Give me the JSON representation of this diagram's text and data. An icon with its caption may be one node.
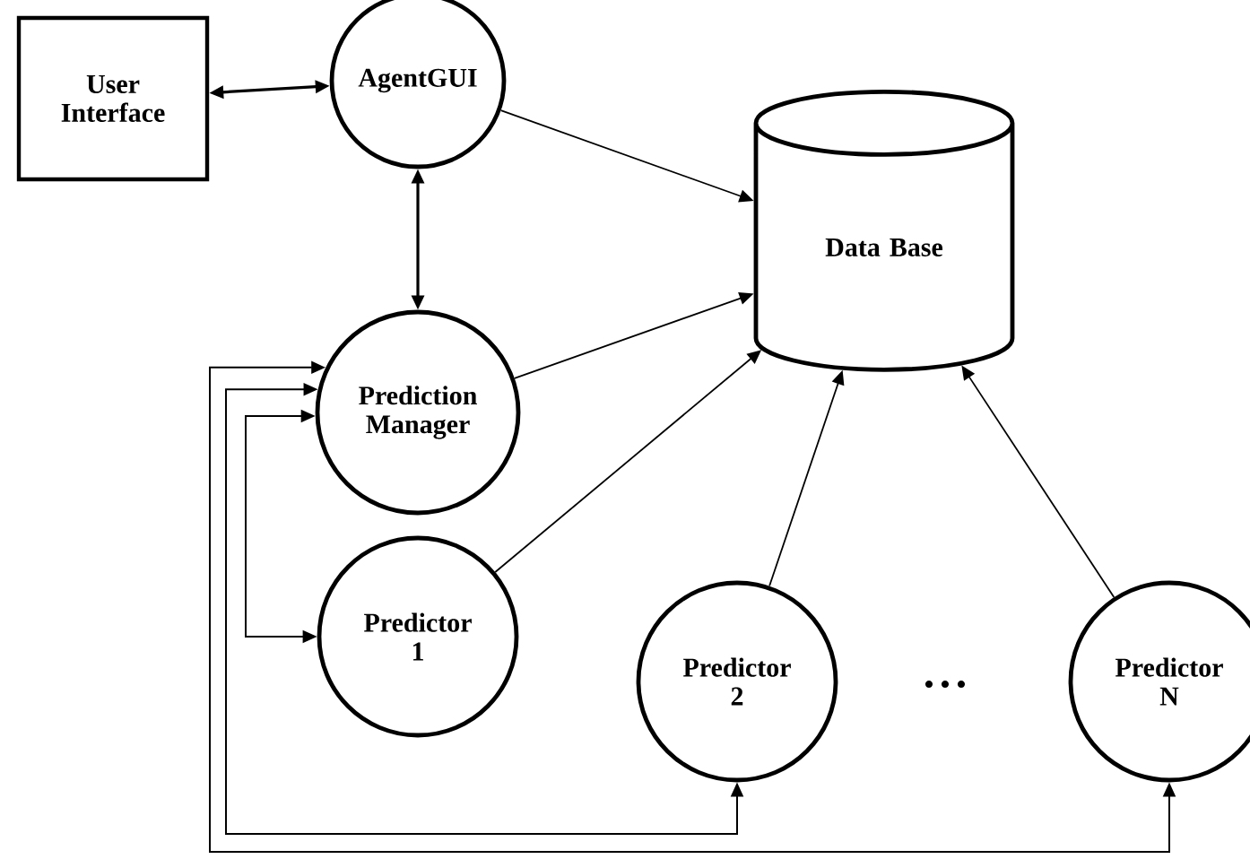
{
  "diagram": {
    "nodes": [
      {
        "text": [
          "User Interface"
        ]
      },
      {
        "text": [
          "AgentGUI"
        ]
      },
      {
        "text": [
          "Prediction Manager"
        ]
      },
      {
        "text": [
          "Data Base"
        ]
      },
      {
        "text": [
          "Predictor 1"
        ]
      },
      {
        "text": [
          "Predictor 2"
        ]
      },
      {
        "text": [
          "Predictor N"
        ]
      }
    ],
    "edges": [
      {
        "from": 0,
        "to": 1,
        "arrow": "both"
      },
      {
        "from": 1,
        "to": 2,
        "arrow": "both"
      },
      {
        "from": 1,
        "to": 3,
        "arrow": "to"
      },
      {
        "from": 2,
        "to": 3,
        "arrow": "to"
      },
      {
        "from": 4,
        "to": 3,
        "arrow": "to"
      },
      {
        "from": 5,
        "to": 3,
        "arrow": "to"
      },
      {
        "from": 6,
        "to": 3,
        "arrow": "to"
      },
      {
        "from": 2,
        "to": 4,
        "arrow": "both"
      },
      {
        "from": 2,
        "to": 5,
        "arrow": "both"
      },
      {
        "from": 2,
        "to": 6,
        "arrow": "both"
      }
    ],
    "labels": [
      "• • •"
    ]
  }
}
